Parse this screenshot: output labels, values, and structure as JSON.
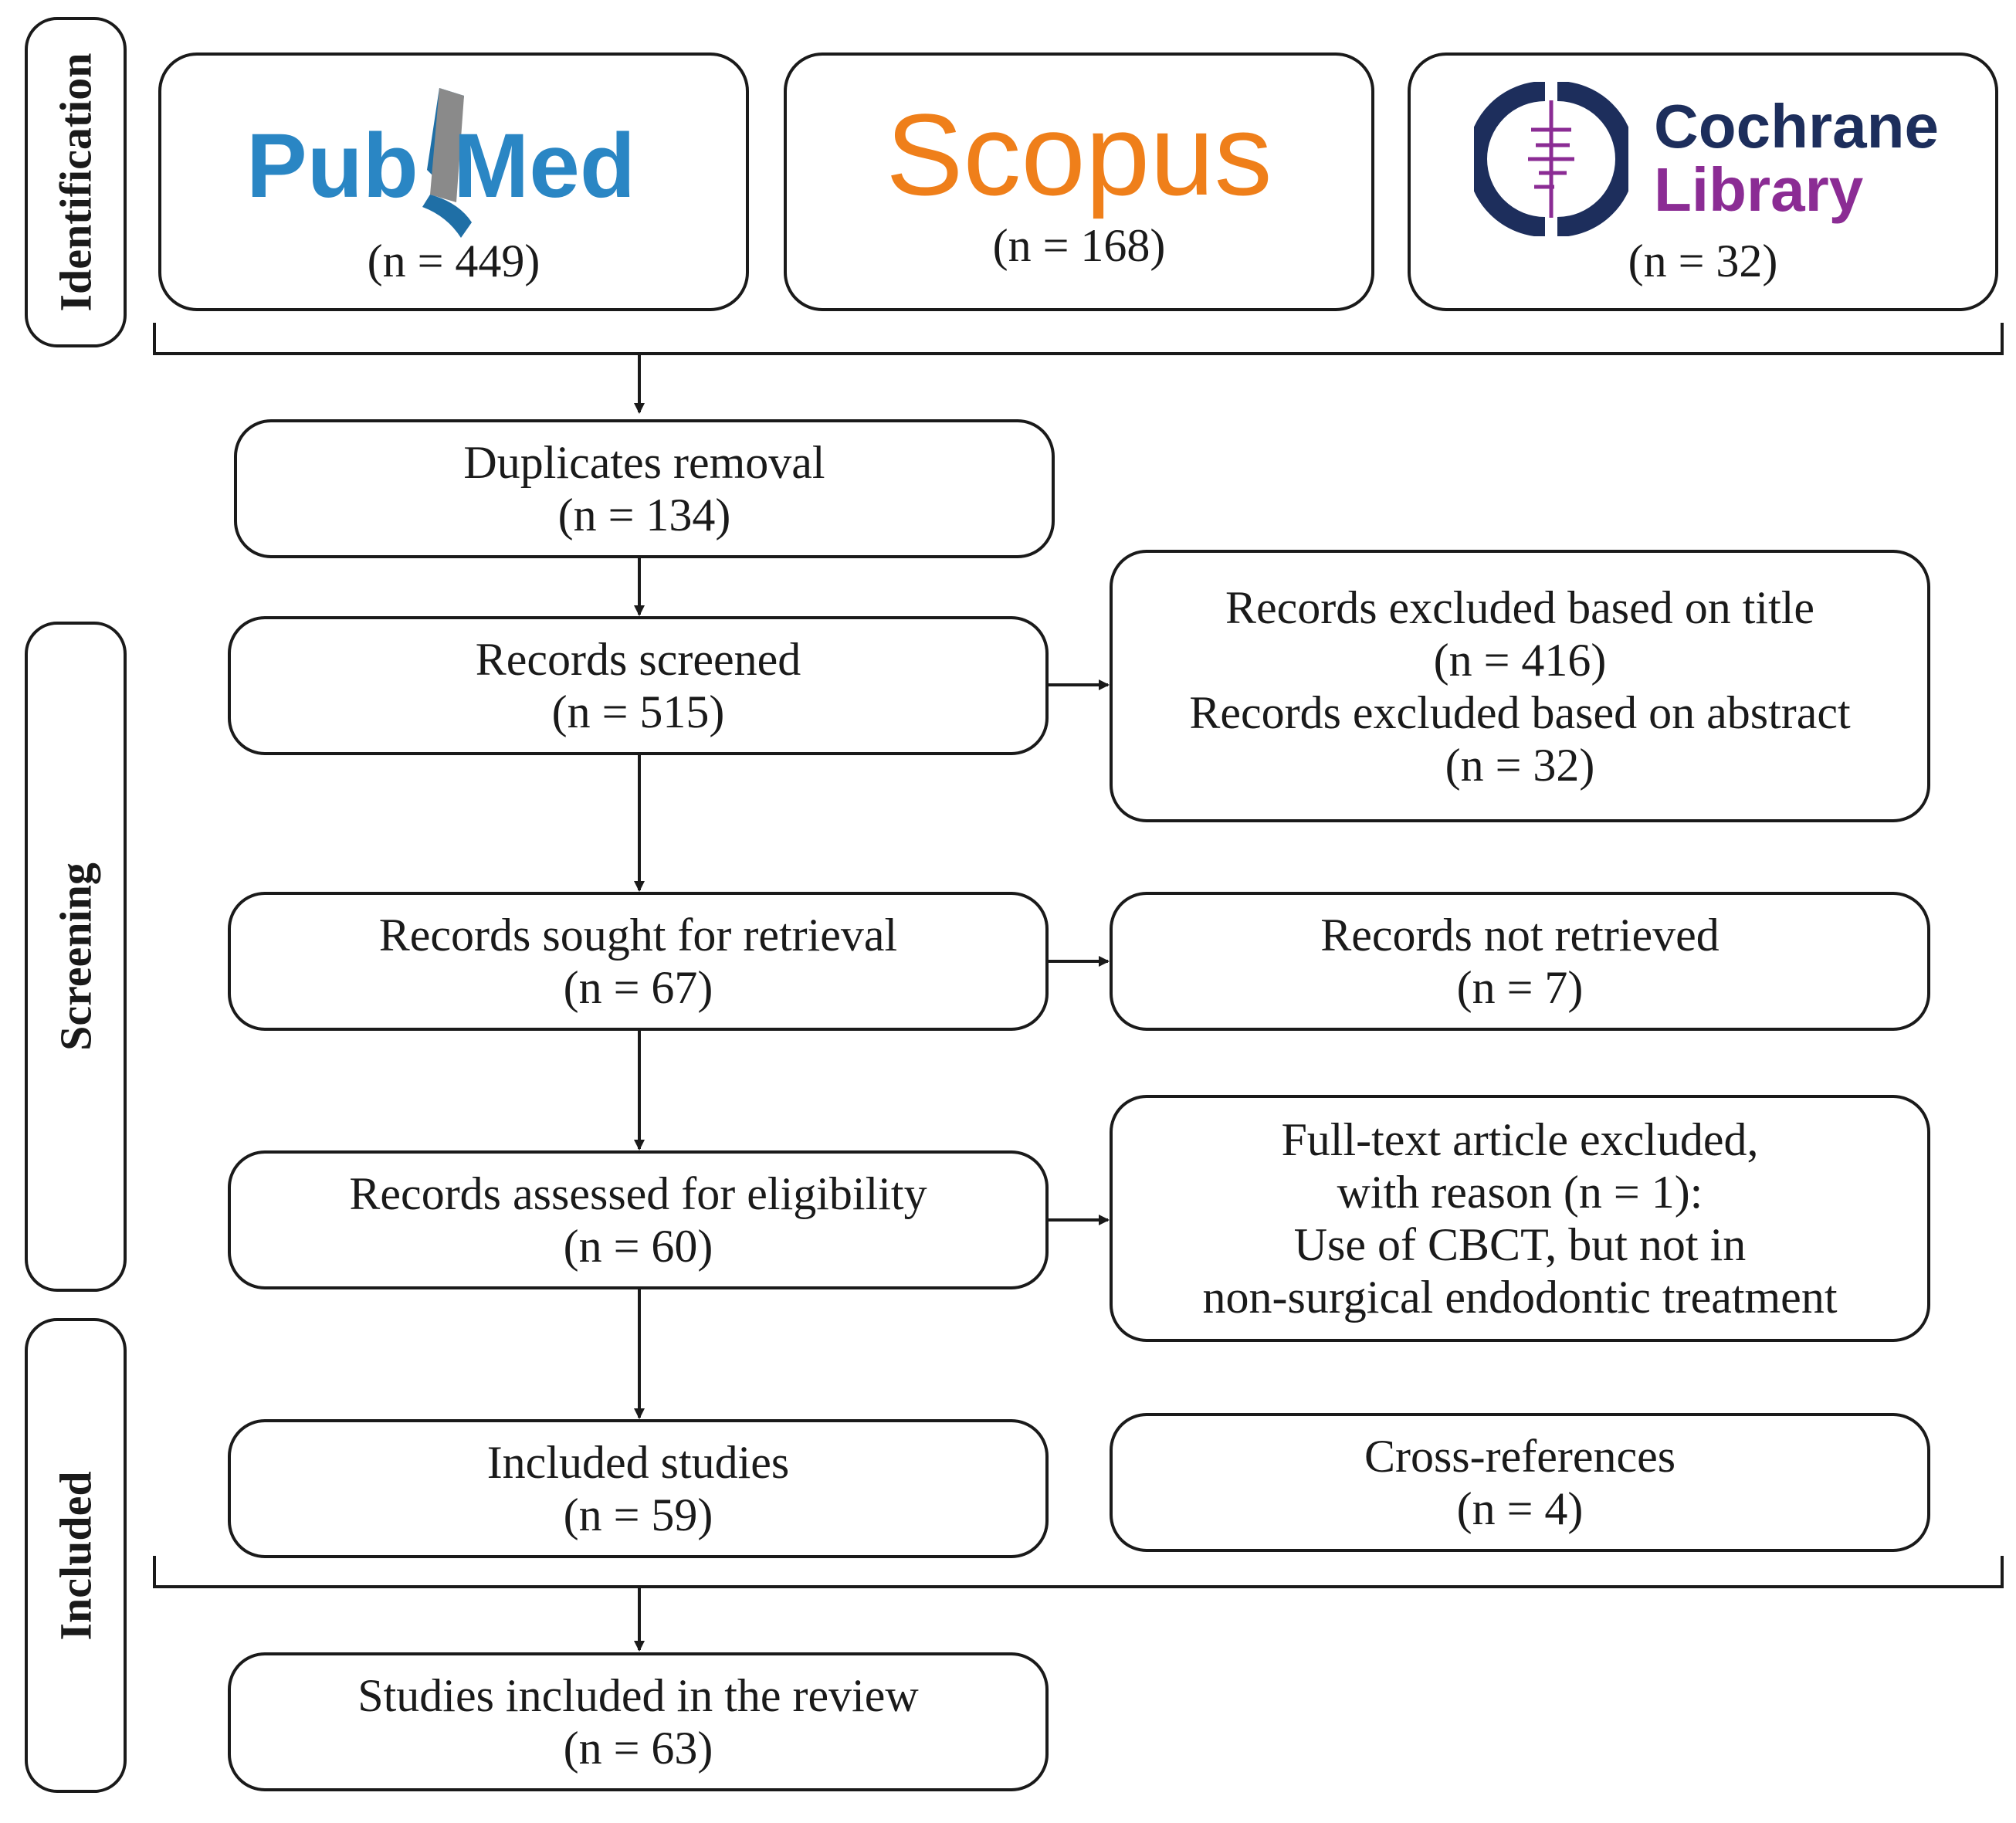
{
  "phases": {
    "identification": "Identification",
    "screening": "Screening",
    "included": "Included"
  },
  "sources": {
    "pubmed": {
      "logo_part1": "Pub",
      "logo_part2": "Med",
      "count": "(n = 449)",
      "colors": {
        "blue": "#2a86c4",
        "dark_blue": "#1f6fa6",
        "grey": "#8a8a8a"
      }
    },
    "scopus": {
      "logo": "Scopus",
      "count": "(n = 168)",
      "color": "#ef7f1a"
    },
    "cochrane": {
      "logo_line1": "Cochrane",
      "logo_line2": "Library",
      "count": "(n = 32)",
      "colors": {
        "navy": "#1d2e5c",
        "purple": "#8b2c94"
      }
    }
  },
  "boxes": {
    "duplicates": {
      "line1": "Duplicates removal",
      "line2": "(n = 134)"
    },
    "screened": {
      "line1": "Records screened",
      "line2": "(n = 515)"
    },
    "excluded_title_abstract": {
      "line1": "Records excluded based on title",
      "line2": "(n = 416)",
      "line3": "Records excluded based on abstract",
      "line4": "(n = 32)"
    },
    "sought": {
      "line1": "Records sought for retrieval",
      "line2": "(n = 67)"
    },
    "not_retrieved": {
      "line1": "Records not retrieved",
      "line2": "(n = 7)"
    },
    "assessed": {
      "line1": "Records assessed for eligibility",
      "line2": "(n = 60)"
    },
    "fulltext_excluded": {
      "line1": "Full-text article excluded,",
      "line2": "with reason (n = 1):",
      "line3": "Use of CBCT, but not in",
      "line4": "non-surgical endodontic treatment"
    },
    "included_studies": {
      "line1": "Included studies",
      "line2": "(n = 59)"
    },
    "cross_references": {
      "line1": "Cross-references",
      "line2": "(n = 4)"
    },
    "final": {
      "line1": "Studies included in the review",
      "line2": "(n = 63)"
    }
  }
}
